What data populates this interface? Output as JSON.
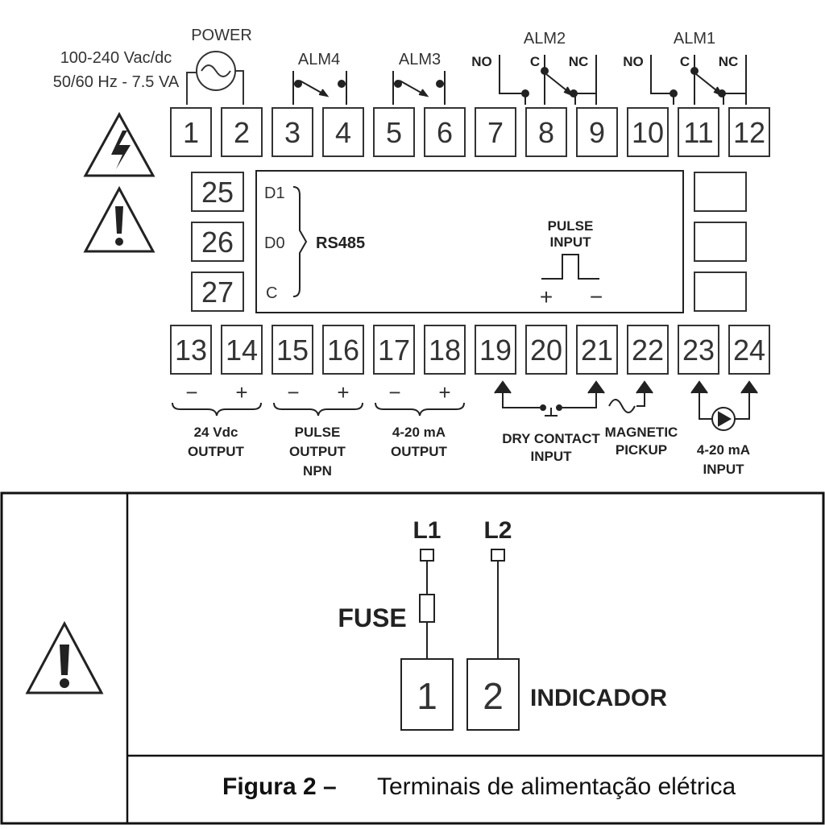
{
  "power": {
    "spec_line1": "100-240 Vac/dc",
    "spec_line2": "50/60 Hz - 7.5 VA",
    "label": "POWER"
  },
  "alarms": {
    "alm4": "ALM4",
    "alm3": "ALM3",
    "alm2": "ALM2",
    "alm1": "ALM1",
    "no": "NO",
    "c": "C",
    "nc": "NC"
  },
  "terminals": {
    "top": [
      "1",
      "2",
      "3",
      "4",
      "5",
      "6",
      "7",
      "8",
      "9",
      "10",
      "11",
      "12"
    ],
    "left": [
      "25",
      "26",
      "27"
    ],
    "bottom": [
      "13",
      "14",
      "15",
      "16",
      "17",
      "18",
      "19",
      "20",
      "21",
      "22",
      "23",
      "24"
    ]
  },
  "rs485": {
    "d1": "D1",
    "d0": "D0",
    "c": "C",
    "label": "RS485"
  },
  "pulse_input": {
    "line1": "PULSE",
    "line2": "INPUT",
    "plus": "+",
    "minus": "−"
  },
  "bottom_groups": {
    "minus": "−",
    "plus": "+",
    "out24_line1": "24 Vdc",
    "out24_line2": "OUTPUT",
    "npn_line1": "PULSE",
    "npn_line2": "OUTPUT",
    "npn_line3": "NPN",
    "ma_out_line1": "4-20 mA",
    "ma_out_line2": "OUTPUT",
    "dry_line1": "DRY CONTACT",
    "dry_line2": "INPUT",
    "mag_line1": "MAGNETIC",
    "mag_line2": "PICKUP",
    "ma_in_line1": "4-20 mA",
    "ma_in_line2": "INPUT"
  },
  "wiring": {
    "l1": "L1",
    "l2": "L2",
    "fuse": "FUSE",
    "term1": "1",
    "term2": "2",
    "indicador": "INDICADOR"
  },
  "caption": {
    "figure": "Figura 2 –",
    "text": "Terminais de alimentação elétrica"
  }
}
